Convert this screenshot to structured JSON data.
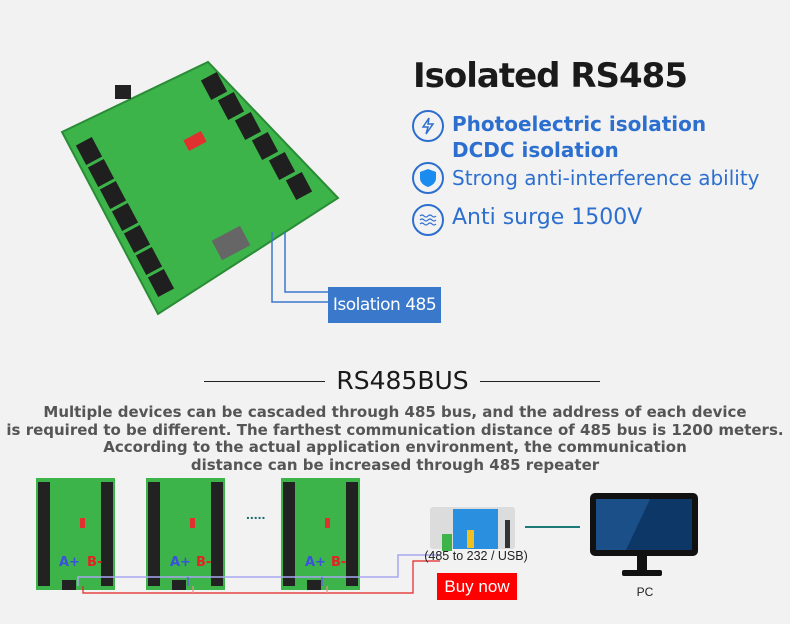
{
  "header": {
    "title": "Isolated RS485"
  },
  "features": [
    {
      "icon": "lightning-icon",
      "lines": [
        "Photoelectric isolation",
        "DCDC isolation"
      ]
    },
    {
      "icon": "shield-icon",
      "text": "Strong anti-interference ability"
    },
    {
      "icon": "surge-waves-icon",
      "text": "Anti surge 1500V"
    }
  ],
  "board_callout": "Isolation 485",
  "bus_section": {
    "title": "RS485BUS",
    "description": [
      "Multiple devices can be cascaded through 485 bus, and the address of each device",
      "is required to be different. The farthest communication distance of 485 bus is 1200 meters.",
      "According to the actual application environment, the communication",
      "distance can be increased through 485 repeater"
    ],
    "terminal_a": "A+",
    "terminal_b": "B-",
    "ellipsis": ".....",
    "converter_label": "(485 to 232 / USB)",
    "buy_label": "Buy now",
    "pc_label": "PC"
  },
  "colors": {
    "accent": "#2d6fcf",
    "callout": "#3a78cc",
    "buy": "#ff0000",
    "wire_a": "#a8a8f0",
    "wire_b": "#e52222",
    "board": "#3cb44a"
  }
}
